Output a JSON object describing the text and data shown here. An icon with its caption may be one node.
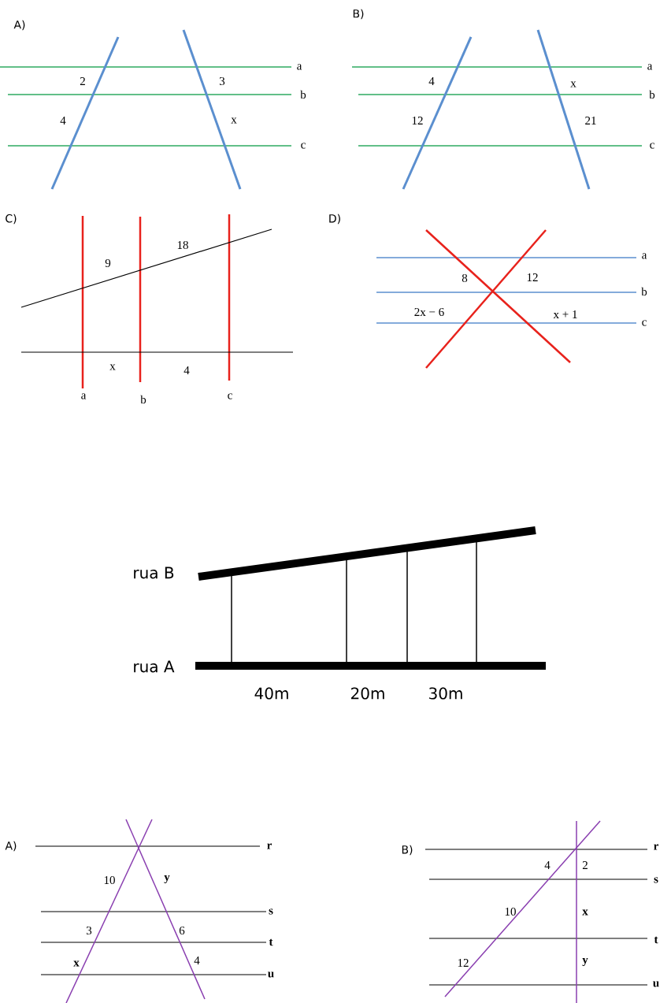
{
  "diagram": {
    "labels": [
      "A)",
      "a",
      "2",
      "3",
      "b",
      "4",
      "x",
      "c",
      "B)",
      "a",
      "4",
      "x",
      "b",
      "12",
      "21",
      "c",
      "C)",
      "18",
      "9",
      "x",
      "4",
      "a",
      "b",
      "c",
      "D)",
      "a",
      "8",
      "12",
      "b",
      "2x − 6",
      "x + 1",
      "c",
      "rua B",
      "rua A",
      "40m",
      "20m",
      "30m",
      "A)",
      "r",
      "10",
      "y",
      "s",
      "3",
      "6",
      "t",
      "x",
      "4",
      "u",
      "B)",
      "r",
      "4",
      "2",
      "s",
      "10",
      "x",
      "t",
      "12",
      "y",
      "u"
    ]
  }
}
